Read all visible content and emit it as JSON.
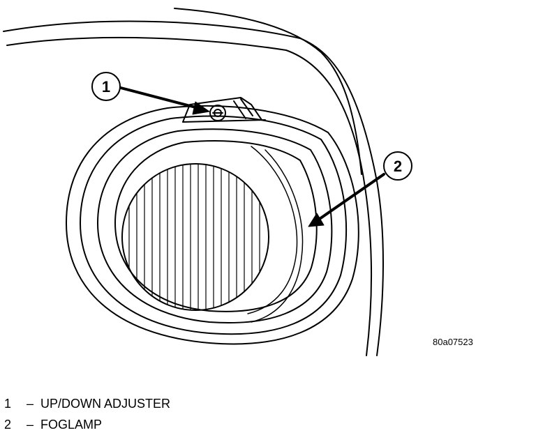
{
  "figure": {
    "id": "80a07523",
    "callouts": [
      {
        "number": "1",
        "label": "UP/DOWN ADJUSTER"
      },
      {
        "number": "2",
        "label": "FOGLAMP"
      }
    ]
  },
  "legend": {
    "dash": "–"
  }
}
